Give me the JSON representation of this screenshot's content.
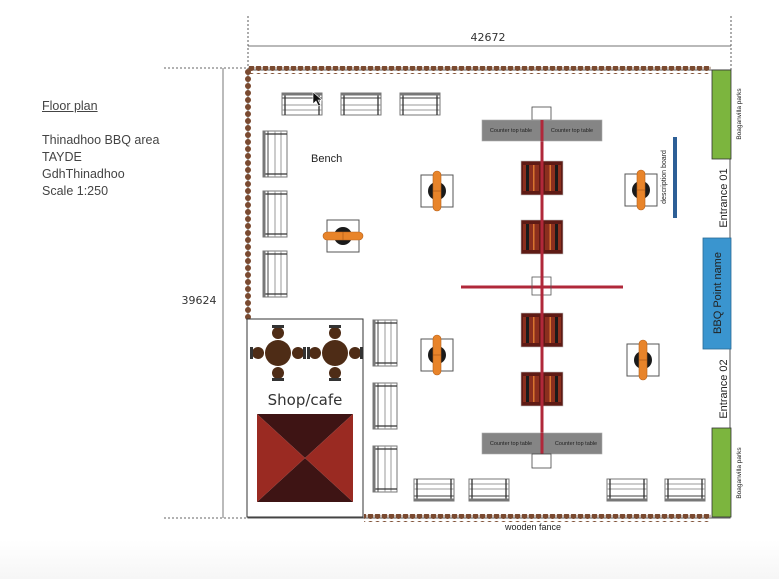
{
  "legend": {
    "title": "Floor plan",
    "lines": [
      "Thinadhoo BBQ area",
      "TAYDE",
      "GdhThinadhoo",
      "Scale 1:250"
    ]
  },
  "dimensions": {
    "width": "42672",
    "height": "39624"
  },
  "labels": {
    "bench": "Bench",
    "shop": "Shop/cafe",
    "fence": "wooden fance",
    "description_board": "description board",
    "entrance_1": "Entrance 01",
    "entrance_2": "Entrance 02",
    "bbq_point": "BBQ Point name",
    "park_top": "Boaganvilla parks",
    "park_bottom": "Boaganvilla parks",
    "counter_tl": "Counter top table",
    "counter_tr": "Counter top table",
    "counter_bl": "Counter top table",
    "counter_br": "Counter top table"
  },
  "colors": {
    "fence": "#7a4a30",
    "park": "#7cb53e",
    "bbq_point": "#3a95cf",
    "board": "#2d5f96",
    "walkway": "#b0283a",
    "counter": "#858585",
    "grill": "#e8842a",
    "shop_roof_light": "#9a2a22",
    "shop_roof_dark": "#3e1414",
    "cafe_table": "#4e2c16"
  }
}
